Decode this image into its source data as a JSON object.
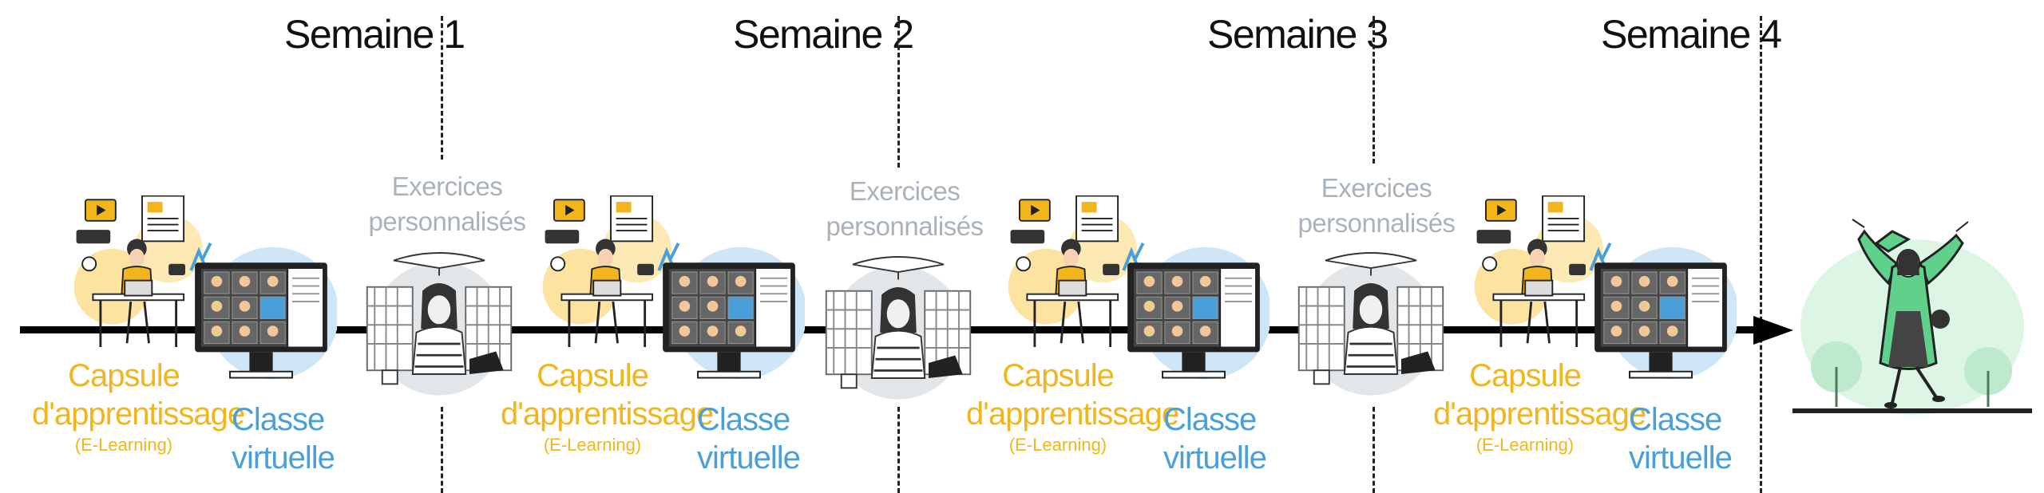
{
  "weeks": [
    {
      "label": "Semaine 1"
    },
    {
      "label": "Semaine 2"
    },
    {
      "label": "Semaine 3"
    },
    {
      "label": "Semaine 4"
    }
  ],
  "capsule": {
    "line1": "Capsule",
    "line2": "d'apprentissage",
    "line3": "(E-Learning)"
  },
  "classe": {
    "line1": "Classe",
    "line2": "virtuelle"
  },
  "exercices": {
    "line1": "Exercices",
    "line2": "personnalisés"
  },
  "colors": {
    "capsule": "#f2b51b",
    "classe": "#4a9fd8",
    "exercices": "#a9b2bb",
    "graduation": "#5fd18a",
    "line": "#000000"
  },
  "icons": [
    "elearning-illustration",
    "virtual-class-illustration",
    "exercise-illustration",
    "graduation-illustration"
  ]
}
